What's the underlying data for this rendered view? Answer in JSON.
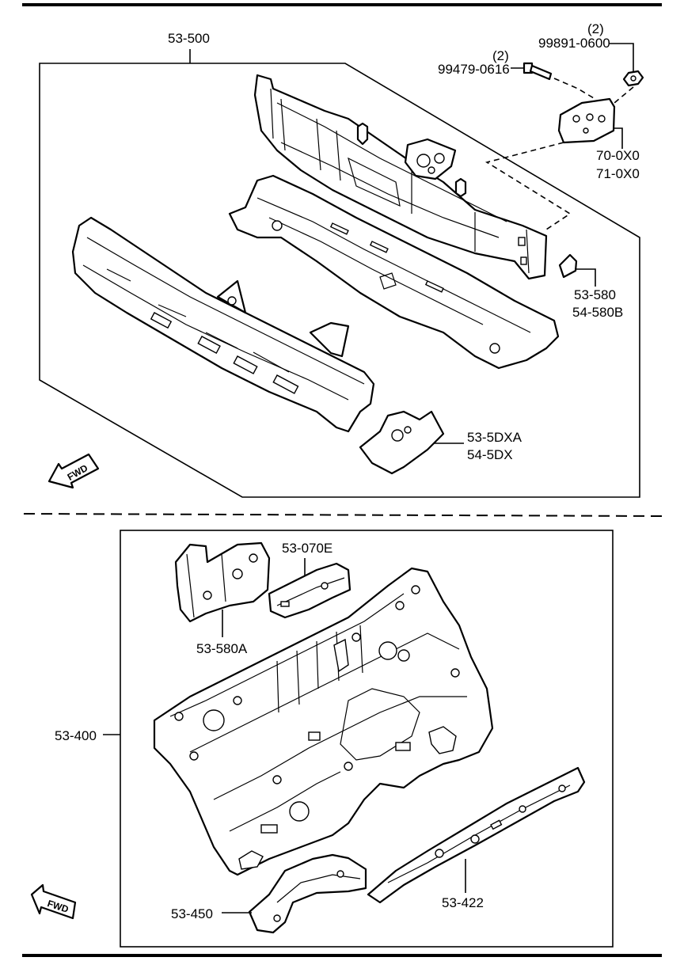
{
  "labels": {
    "cowl_assy": "53-500",
    "qty_bolt": "(2)",
    "bolt": "99479-0616",
    "qty_nut": "(2)",
    "nut": "99891-0600",
    "bracket_a": "70-0X0",
    "bracket_b": "71-0X0",
    "clip_a": "53-580",
    "clip_b": "54-580B",
    "gusset_a": "53-5DXA",
    "gusset_b": "54-5DX",
    "dash_panel": "53-400",
    "brace_plate": "53-580A",
    "reinforce": "53-070E",
    "floor_member": "53-450",
    "side_member": "53-422"
  },
  "fwd_marker": {
    "text": "FWD",
    "icon": "fwd-arrow-icon"
  },
  "colors": {
    "line": "#000000",
    "background": "#ffffff"
  }
}
